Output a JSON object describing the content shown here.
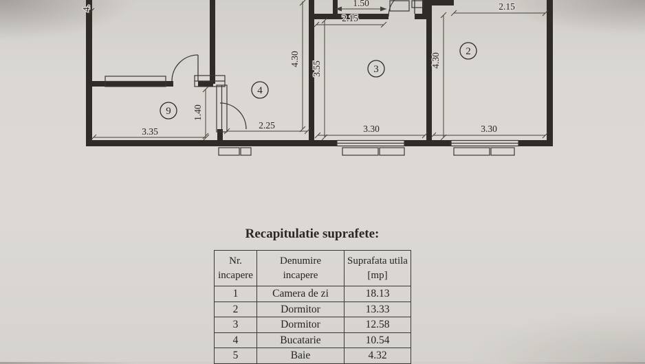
{
  "floor_plan": {
    "rooms": [
      {
        "number": "9"
      },
      {
        "number": "4"
      },
      {
        "number": "3"
      },
      {
        "number": "2"
      }
    ],
    "dimensions": {
      "partial_top_left": "4.",
      "room9_width": "3.35",
      "room9_height": "1.40",
      "room4_width": "2.25",
      "room4_height": "4.30",
      "room3_width": "3.30",
      "room3_height": "3.55",
      "room3_top": "2.15",
      "corridor_top": "1.50",
      "room2_width": "3.30",
      "room2_height": "4.30",
      "room2_top": "2.15"
    }
  },
  "summary": {
    "title": "Recapitulatie suprafete:",
    "headers": [
      [
        "Nr.",
        "incapere"
      ],
      [
        "Denumire",
        "incapere"
      ],
      [
        "Suprafata utila",
        "[mp]"
      ]
    ],
    "rows": [
      {
        "nr": "1",
        "name": "Camera de zi",
        "area": "18.13"
      },
      {
        "nr": "2",
        "name": "Dormitor",
        "area": "13.33"
      },
      {
        "nr": "3",
        "name": "Dormitor",
        "area": "12.58"
      },
      {
        "nr": "4",
        "name": "Bucatarie",
        "area": "10.54"
      },
      {
        "nr": "5",
        "name": "Baie",
        "area": "4.32"
      }
    ]
  }
}
